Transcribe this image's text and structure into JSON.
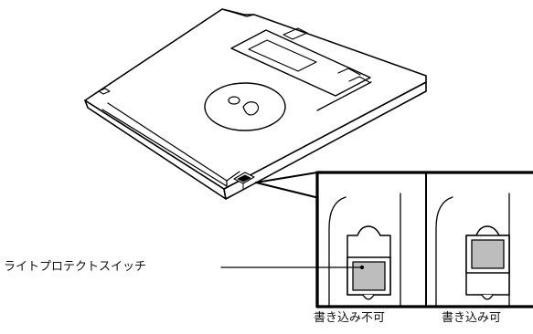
{
  "labels": {
    "switch_callout": "ライトプロテクトスイッチ",
    "write_protected": "書き込み不可",
    "writable": "書き込み可"
  },
  "colors": {
    "line": "#000000",
    "fill": "#ffffff",
    "shutter": "#bdbdbd"
  }
}
